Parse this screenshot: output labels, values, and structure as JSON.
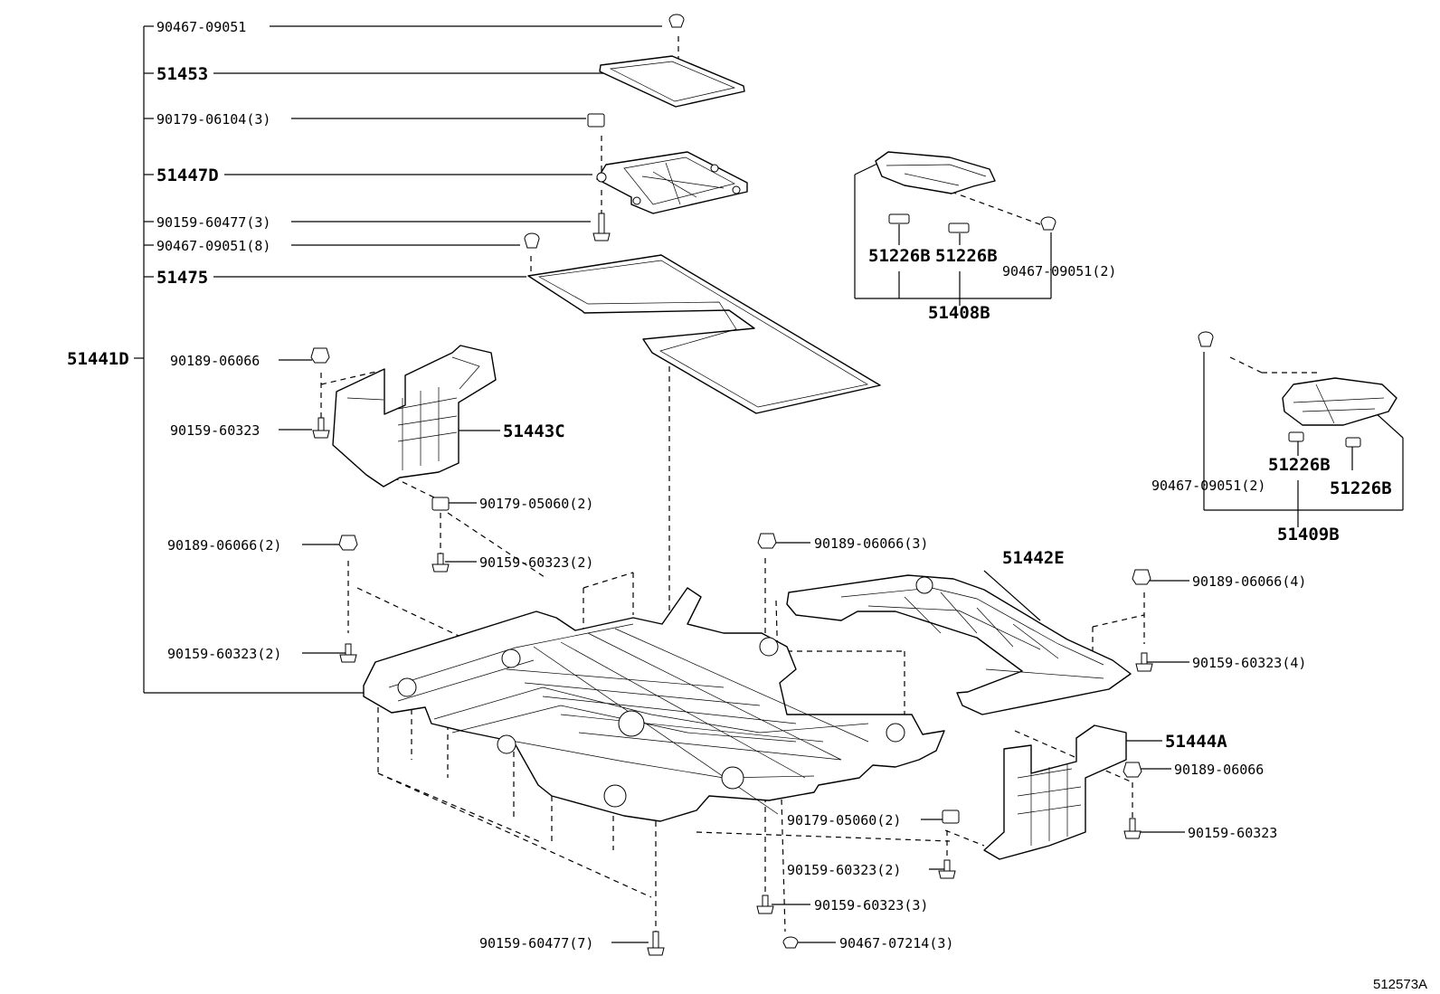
{
  "diagram": {
    "image_id": "512573A",
    "group": {
      "assembly": "51441D"
    },
    "parts": [
      {
        "key": "p01",
        "label": "90467-09051",
        "part": "clip"
      },
      {
        "key": "p02",
        "label": "51453",
        "part": "cover"
      },
      {
        "key": "p03",
        "label": "90179-06104(3)",
        "part": "nut"
      },
      {
        "key": "p04",
        "label": "51447D",
        "part": "bracket"
      },
      {
        "key": "p05",
        "label": "90159-60477(3)",
        "part": "bolt"
      },
      {
        "key": "p06",
        "label": "90467-09051(8)",
        "part": "clip"
      },
      {
        "key": "p07",
        "label": "51475",
        "part": "seal"
      },
      {
        "key": "p08",
        "label": "90189-06066",
        "part": "clip"
      },
      {
        "key": "p09",
        "label": "90159-60323",
        "part": "bolt"
      },
      {
        "key": "p10",
        "label": "51443C",
        "part": "shield"
      },
      {
        "key": "p11",
        "label": "90179-05060(2)",
        "part": "nut"
      },
      {
        "key": "p12",
        "label": "90159-60323(2)",
        "part": "bolt"
      },
      {
        "key": "p13",
        "label": "90189-06066(2)",
        "part": "clip"
      },
      {
        "key": "p14",
        "label": "90159-60323(2)",
        "part": "bolt"
      },
      {
        "key": "p15",
        "label": "90189-06066(3)",
        "part": "clip"
      },
      {
        "key": "p16",
        "label": "51442E",
        "part": "cover"
      },
      {
        "key": "p17",
        "label": "90189-06066(4)",
        "part": "clip"
      },
      {
        "key": "p18",
        "label": "90159-60323(4)",
        "part": "bolt"
      },
      {
        "key": "p19",
        "label": "51444A",
        "part": "shield"
      },
      {
        "key": "p20",
        "label": "90189-06066",
        "part": "clip"
      },
      {
        "key": "p21",
        "label": "90159-60323",
        "part": "bolt"
      },
      {
        "key": "p22",
        "label": "90179-05060(2)",
        "part": "nut"
      },
      {
        "key": "p23",
        "label": "90159-60323(2)",
        "part": "bolt"
      },
      {
        "key": "p24",
        "label": "90159-60323(3)",
        "part": "bolt"
      },
      {
        "key": "p25",
        "label": "90159-60477(7)",
        "part": "bolt"
      },
      {
        "key": "p26",
        "label": "90467-07214(3)",
        "part": "clip"
      },
      {
        "key": "p27",
        "label": "51226B",
        "part": "clip"
      },
      {
        "key": "p28",
        "label": "51226B",
        "part": "clip"
      },
      {
        "key": "p29",
        "label": "90467-09051(2)",
        "part": "clip"
      },
      {
        "key": "p30",
        "label": "51408B",
        "part": "cover"
      },
      {
        "key": "p31",
        "label": "90467-09051(2)",
        "part": "clip"
      },
      {
        "key": "p32",
        "label": "51226B",
        "part": "clip"
      },
      {
        "key": "p33",
        "label": "51226B",
        "part": "clip"
      },
      {
        "key": "p34",
        "label": "51409B",
        "part": "cover"
      }
    ]
  }
}
